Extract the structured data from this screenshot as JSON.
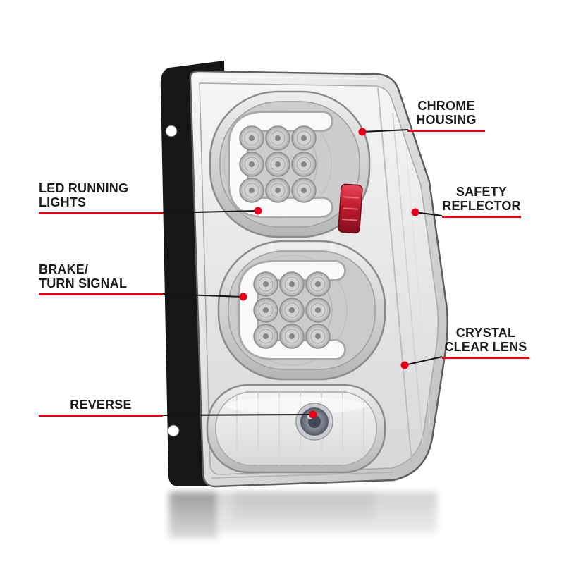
{
  "colors": {
    "accent": "#e60018",
    "leader": "#141414",
    "text": "#1c1c1c",
    "background": "#ffffff",
    "reflector_red": "#c21a2e",
    "chrome_light": "#f5f5f5",
    "chrome_dark": "#bdbdbd",
    "bracket_black": "#161616"
  },
  "callouts": [
    {
      "id": "chrome-housing",
      "side": "right",
      "lines": [
        "CHROME",
        "HOUSING"
      ]
    },
    {
      "id": "led-running-lights",
      "side": "left",
      "lines": [
        "LED RUNNING",
        "LIGHTS"
      ]
    },
    {
      "id": "safety-reflector",
      "side": "right",
      "lines": [
        "SAFETY",
        "REFLECTOR"
      ]
    },
    {
      "id": "brake-turn-signal",
      "side": "left",
      "lines": [
        "BRAKE/",
        "TURN SIGNAL"
      ]
    },
    {
      "id": "crystal-clear-lens",
      "side": "right",
      "lines": [
        "CRYSTAL",
        "CLEAR LENS"
      ]
    },
    {
      "id": "reverse",
      "side": "left",
      "lines": [
        "REVERSE"
      ]
    }
  ]
}
